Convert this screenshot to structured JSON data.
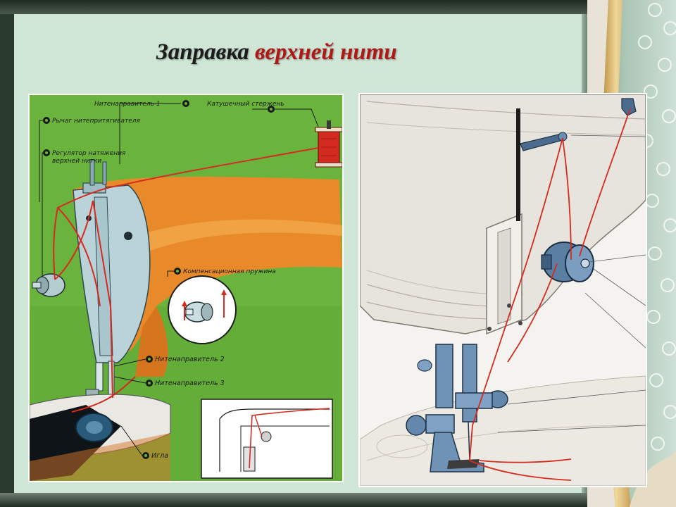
{
  "slide": {
    "title_plain": "Заправка ",
    "title_accent": "верхней нити"
  },
  "left_diagram": {
    "labels": {
      "thread_guide_1": "Нитенаправитель 1",
      "spool_pin": "Катушечный стержень",
      "take_up_lever": "Рычаг нитепритягивателя",
      "tension_regulator_line1": "Регулятор натяжения",
      "tension_regulator_line2": "верхней нитки",
      "compensation_spring": "Компенсационная пружина",
      "thread_guide_2": "Нитенаправитель 2",
      "thread_guide_3": "Нитенаправитель 3",
      "needle": "Игла"
    }
  },
  "colors": {
    "thread": "#d42b20",
    "accent_title": "#b01818",
    "slide_bg": "#cfe6d6",
    "diagram_green": "#6ab43e",
    "machine_orange": "#e88a2a",
    "machine_blue": "#b9d3d8"
  }
}
